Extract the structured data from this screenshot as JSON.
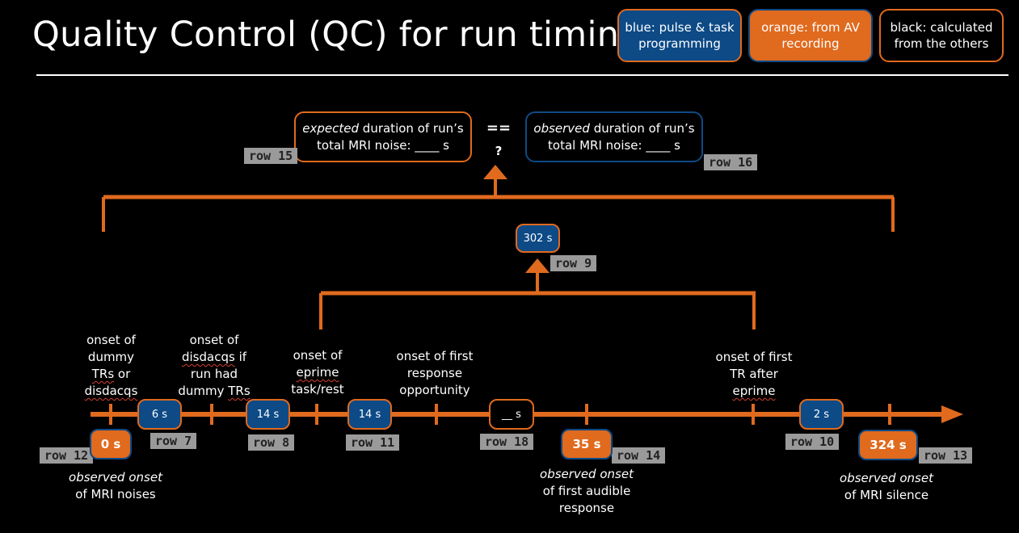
{
  "title": "Quality Control (QC) for run timing:",
  "legend": {
    "blue": [
      "blue: pulse & task",
      "programming"
    ],
    "orange": [
      "orange: from AV",
      "recording"
    ],
    "black": [
      "black: calculated",
      "from the others"
    ]
  },
  "expected": {
    "italic": "expected",
    "line1_rest": " duration of run’s",
    "line2": "total MRI noise:  ____ s"
  },
  "observed": {
    "italic": "observed",
    "line1_rest": " duration of run’s",
    "line2": "total MRI noise:  ____ s"
  },
  "equals": "==",
  "question": "?",
  "rows": {
    "r15": "row 15",
    "r16": "row 16",
    "r9": "row 9",
    "r12": "row 12",
    "r7": "row 7",
    "r8": "row 8",
    "r11": "row 11",
    "r18": "row 18",
    "r14": "row 14",
    "r10": "row 10",
    "r13": "row 13"
  },
  "values": {
    "v302": "302 s",
    "v6": "6 s",
    "v14a": "14 s",
    "v14b": "14 s",
    "vblank": "__ s",
    "v2": "2 s",
    "v0": "0 s",
    "v35": "35 s",
    "v324": "324 s"
  },
  "labels": {
    "dummy": [
      "onset of",
      "dummy",
      "TRs",
      " or",
      "disdacqs"
    ],
    "disdacqs": [
      "onset of",
      "disdacqs",
      " if",
      "run had",
      "dummy ",
      "TRs"
    ],
    "eprime": [
      "onset of",
      "eprime",
      "task/rest"
    ],
    "response": [
      "onset of first",
      "response",
      "opportunity"
    ],
    "tr_after": [
      "onset of first",
      "TR after",
      "eprime"
    ],
    "mri_noises": [
      "observed onset",
      "of MRI noises"
    ],
    "audible": [
      "observed onset",
      "of first audible",
      "response"
    ],
    "silence": [
      "observed onset",
      "of MRI silence"
    ]
  }
}
